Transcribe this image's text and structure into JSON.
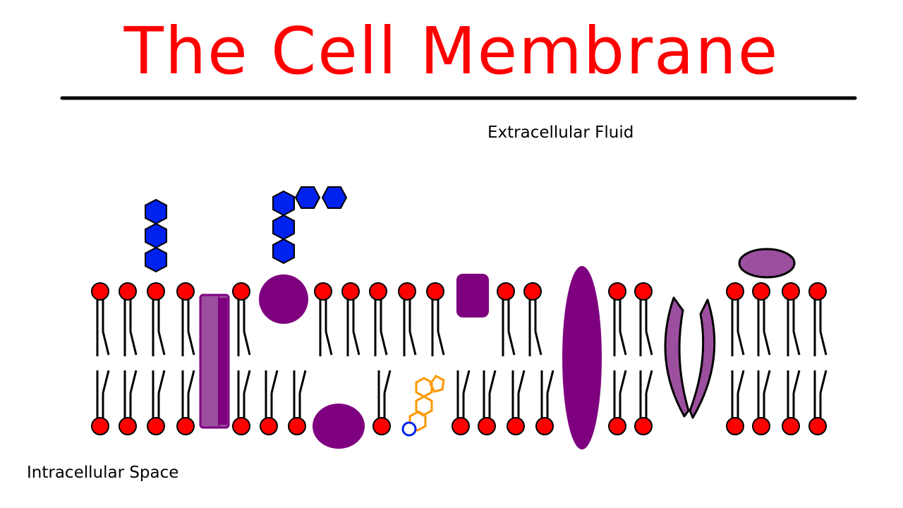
{
  "title": "The Cell Membrane",
  "labels": {
    "extracellular": "Extracellular Fluid",
    "intracellular": "Intracellular Space"
  },
  "colors": {
    "title": "#ff0000",
    "phosphate_head": "#ff0000",
    "protein_dark": "#7f007f",
    "protein_light": "#9b4f9e",
    "carbohydrate": "#0022ee",
    "cholesterol": "#ff9900"
  }
}
